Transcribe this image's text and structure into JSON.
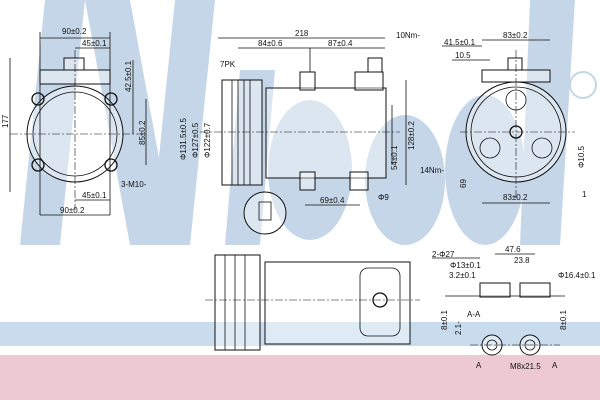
{
  "brand": {
    "watermark": "Nissens",
    "registered_mark": "®"
  },
  "colors": {
    "watermark_blue": "#c5d6e8",
    "band_blue": "#c8dced",
    "band_pink": "#ecc9d3"
  },
  "front_view": {
    "width_top": "90±0.2",
    "half_top": "45±0.1",
    "height": "177",
    "offset": "42.5±0.1",
    "hole_spacing": "85±0.2",
    "half_bottom": "45±0.1",
    "width_bottom": "90±0.2",
    "thread": "3-M10-"
  },
  "side_view": {
    "overall_length": "218",
    "len_a": "84±0.6",
    "len_b": "87±0.4",
    "torque_top": "10Nm-",
    "belt": "7PK",
    "dia_1": "Φ131.5±0.5",
    "dia_2": "Φ127±0.5",
    "dia_3": "Φ122±0.7",
    "height": "128±0.2",
    "mount": "54±0.1",
    "mount_spacing": "69±0.4",
    "hole": "Φ9"
  },
  "rear_view": {
    "offset": "41.5±0.1",
    "width_top": "83±0.2",
    "offset_small": "10.5",
    "torque": "14Nm-",
    "dia": "Φ10.5",
    "height_small": "69",
    "width_bottom": "83±0.2",
    "mark": "1"
  },
  "port_detail": {
    "ports": "2-Φ27",
    "dia_13": "Φ13±0.1",
    "depth": "3.2±0.1",
    "len_47": "47.6",
    "len_23": "23.8",
    "dia_16": "Φ16.4±0.1",
    "left_h": "8±0.1",
    "left_h2": "2.1-",
    "section": "A-A",
    "right_h": "8±0.1",
    "marker_left": "A",
    "marker_right": "A",
    "bolt": "M8x21.5"
  }
}
